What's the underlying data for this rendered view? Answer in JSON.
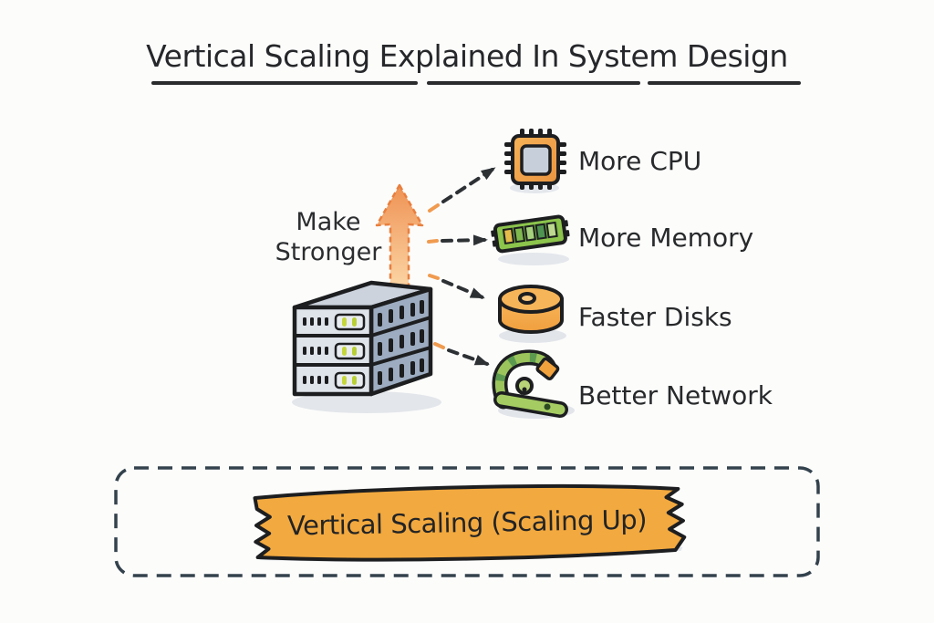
{
  "title": "Vertical Scaling Explained In System Design",
  "diagram": {
    "source_label": "Make Stronger",
    "server": "server-stack",
    "arrow": "up-arrow",
    "items": [
      {
        "icon": "cpu-icon",
        "label": "More CPU"
      },
      {
        "icon": "memory-icon",
        "label": "More Memory"
      },
      {
        "icon": "disk-icon",
        "label": "Faster Disks"
      },
      {
        "icon": "network-icon",
        "label": "Better Network"
      }
    ]
  },
  "banner": {
    "label": "Vertical Scaling (Scaling Up)"
  },
  "colors": {
    "accent_orange": "#f0a63f",
    "arrow_orange_top": "#ef9254",
    "arrow_orange_bottom": "#fbd4a3",
    "green": "#8cc44c",
    "ink": "#1d1e20",
    "server_front": "#dfe3ea",
    "server_side": "#9dacc0",
    "dashed_border": "#33424c"
  }
}
